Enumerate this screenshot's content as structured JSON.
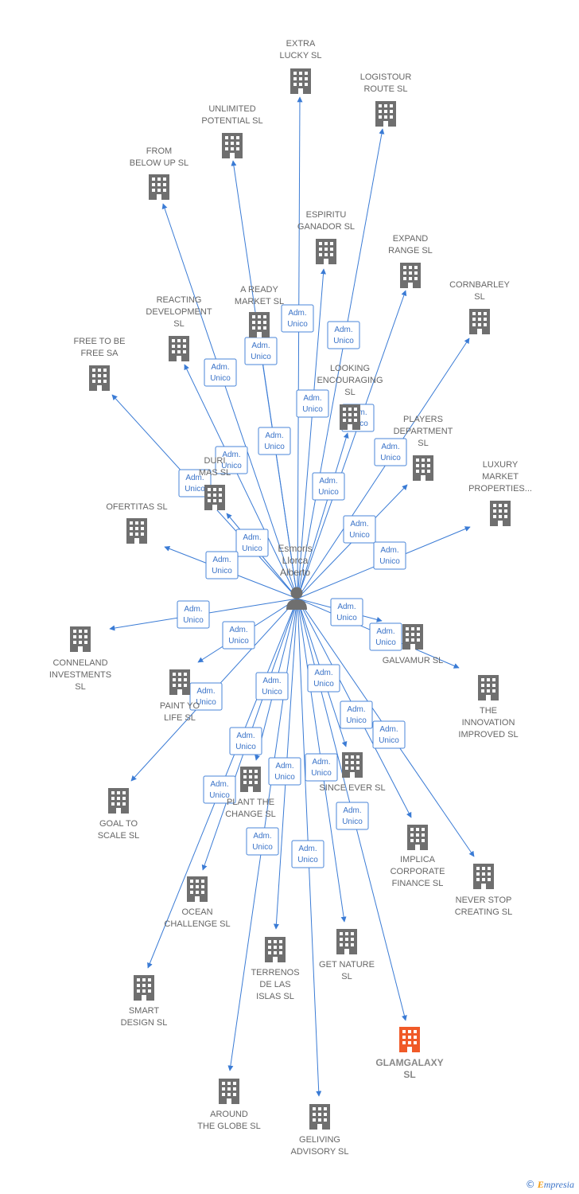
{
  "center": {
    "name": "Esmoris Llorca Alberto",
    "lines": [
      "Esmoris",
      "Llorca",
      "Alberto"
    ],
    "icon": "person-icon"
  },
  "edge_label": [
    "Adm.",
    "Unico"
  ],
  "colors": {
    "edge": "#3a7bd5",
    "building": "#6f6f6f",
    "highlight": "#f05a28",
    "text": "#666666"
  },
  "nodes": [
    {
      "id": "extra-lucky",
      "lines": [
        "EXTRA",
        "LUCKY  SL"
      ]
    },
    {
      "id": "logistour-route",
      "lines": [
        "LOGISTOUR",
        "ROUTE  SL"
      ]
    },
    {
      "id": "unlimited-potential",
      "lines": [
        "UNLIMITED",
        "POTENTIAL  SL"
      ]
    },
    {
      "id": "from-below-up",
      "lines": [
        "FROM",
        "BELOW UP  SL"
      ]
    },
    {
      "id": "espiritu-ganador",
      "lines": [
        "ESPIRITU",
        "GANADOR SL"
      ]
    },
    {
      "id": "expand-range",
      "lines": [
        "EXPAND",
        "RANGE  SL"
      ]
    },
    {
      "id": "cornbarley",
      "lines": [
        "CORNBARLEY",
        "SL"
      ]
    },
    {
      "id": "a-ready-market",
      "lines": [
        "A READY",
        "MARKET  SL"
      ]
    },
    {
      "id": "reacting-development",
      "lines": [
        "REACTING",
        "DEVELOPMENT",
        "SL"
      ]
    },
    {
      "id": "free-to-be-free",
      "lines": [
        "FREE TO BE",
        "FREE SA"
      ]
    },
    {
      "id": "looking-encouraging",
      "lines": [
        "LOOKING",
        "ENCOURAGING",
        "SL"
      ]
    },
    {
      "id": "players-department",
      "lines": [
        "PLAYERS",
        "DEPARTMENT",
        "SL"
      ]
    },
    {
      "id": "luxury-market",
      "lines": [
        "LUXURY",
        "MARKET",
        "PROPERTIES..."
      ]
    },
    {
      "id": "duri",
      "lines": [
        "DURI",
        "MAS  SL"
      ]
    },
    {
      "id": "ofertitas",
      "lines": [
        "OFERTITAS  SL"
      ]
    },
    {
      "id": "conneland",
      "lines": [
        "CONNELAND",
        "INVESTMENTS",
        "SL"
      ]
    },
    {
      "id": "galvamur",
      "lines": [
        "GALVAMUR  SL"
      ]
    },
    {
      "id": "innovation-improved",
      "lines": [
        "THE",
        "INNOVATION",
        "IMPROVED  SL"
      ]
    },
    {
      "id": "paint-your-life",
      "lines": [
        "PAINT YO",
        "LIFE  SL"
      ]
    },
    {
      "id": "goal-to-scale",
      "lines": [
        "GOAL TO",
        "SCALE  SL"
      ]
    },
    {
      "id": "plant-the-change",
      "lines": [
        "PLANT THE",
        "CHANGE  SL"
      ]
    },
    {
      "id": "since-ever",
      "lines": [
        "SINCE EVER  SL"
      ]
    },
    {
      "id": "implica",
      "lines": [
        "IMPLICA",
        "CORPORATE",
        "FINANCE  SL"
      ]
    },
    {
      "id": "never-stop",
      "lines": [
        "NEVER STOP",
        "CREATING  SL"
      ]
    },
    {
      "id": "ocean-challenge",
      "lines": [
        "OCEAN",
        "CHALLENGE  SL"
      ]
    },
    {
      "id": "terrenos",
      "lines": [
        "TERRENOS",
        "DE LAS",
        "ISLAS  SL"
      ]
    },
    {
      "id": "get-nature",
      "lines": [
        "GET NATURE",
        "SL"
      ]
    },
    {
      "id": "smart-design",
      "lines": [
        "SMART",
        "DESIGN  SL"
      ]
    },
    {
      "id": "glamgalaxy",
      "lines": [
        "GLAMGALAXY",
        "SL"
      ],
      "highlight": true
    },
    {
      "id": "around-the-globe",
      "lines": [
        "AROUND",
        "THE GLOBE  SL"
      ]
    },
    {
      "id": "geliving",
      "lines": [
        "GELIVING",
        "ADVISORY  SL"
      ]
    }
  ],
  "brand": {
    "copyright": "©",
    "text": "mpresia",
    "initial": "E"
  }
}
